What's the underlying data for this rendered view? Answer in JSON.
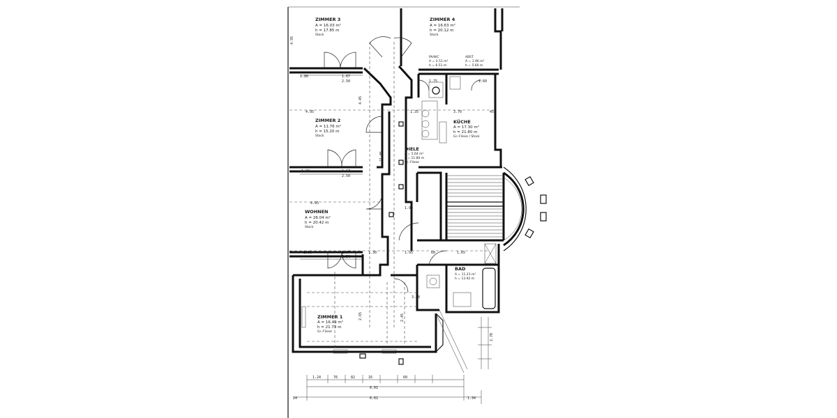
{
  "rooms": {
    "zimmer3": {
      "name": "ZIMMER 3",
      "area": "A = 16.03 m²",
      "height": "h = 17.85 m",
      "floor": "Stock"
    },
    "zimmer4": {
      "name": "ZIMMER 4",
      "area": "A = 16.63 m²",
      "height": "h = 20.12 m",
      "floor": "Stock"
    },
    "pawc": {
      "name": "PA/WC",
      "area": "A = 2.51 m²",
      "height": "h = 6.51 m"
    },
    "abst": {
      "name": "ABST.",
      "area": "A = 1.96 m²",
      "height": "h = 5.60 m"
    },
    "zimmer2": {
      "name": "ZIMMER 2",
      "area": "A = 11.76 m²",
      "height": "h = 15.20 m",
      "floor": "Stock"
    },
    "kueche": {
      "name": "KÜCHE",
      "area": "A = 17.30 m²",
      "height": "h = 21.80 m",
      "floor": "Gr.-Fliese / Stock"
    },
    "diele": {
      "name": "DIELE",
      "area": "A = 5.64 m²",
      "height": "h = 11.80 m",
      "floor": "Gr.-Fliese"
    },
    "wohnen": {
      "name": "WOHNEN",
      "area": "A = 26.04 m²",
      "height": "h = 20.42 m",
      "floor": "Stock"
    },
    "bad": {
      "name": "BAD",
      "area": "A = 11.23 m²",
      "height": "h = 13.92 m"
    },
    "zimmer1": {
      "name": "ZIMMER 1",
      "area": "A = 16.49 m²",
      "height": "h = 21.73 m",
      "floor": "Gr.-Fliese"
    }
  },
  "dimensions": {
    "d_495_top": "4.95",
    "d_180_a": "1.80",
    "d_167_a": "1.67",
    "d_250_a": "2.50",
    "d_445": "4.45",
    "d_495_b": "4.95",
    "d_175": "1.75",
    "d_135": "1.35",
    "d_370": "3.70",
    "d_45": "45",
    "d_160": "1.60",
    "d_130_a": "1.30",
    "d_167_b": "1.67",
    "d_250_b": "2.50",
    "d_495_c": "4.95",
    "d_180_b": "1.80",
    "d_167_c": "1.67",
    "d_250_c": "2.50",
    "d_130_b": "1.30",
    "d_195": "1.95",
    "d_60": "60",
    "d_165": "1.65",
    "d_265": "2.65",
    "d_2105": "21.05",
    "d_300": "3.00",
    "d_124": "1.24",
    "d_601": "6.01",
    "d_661": "6.61",
    "d_134": "1.34",
    "d_24": "24",
    "d_76": "76",
    "d_82": "82",
    "d_16": "16",
    "d_60_b": "60",
    "d_270": "2.70",
    "d_190": "1.90",
    "d_245": "2.45"
  }
}
